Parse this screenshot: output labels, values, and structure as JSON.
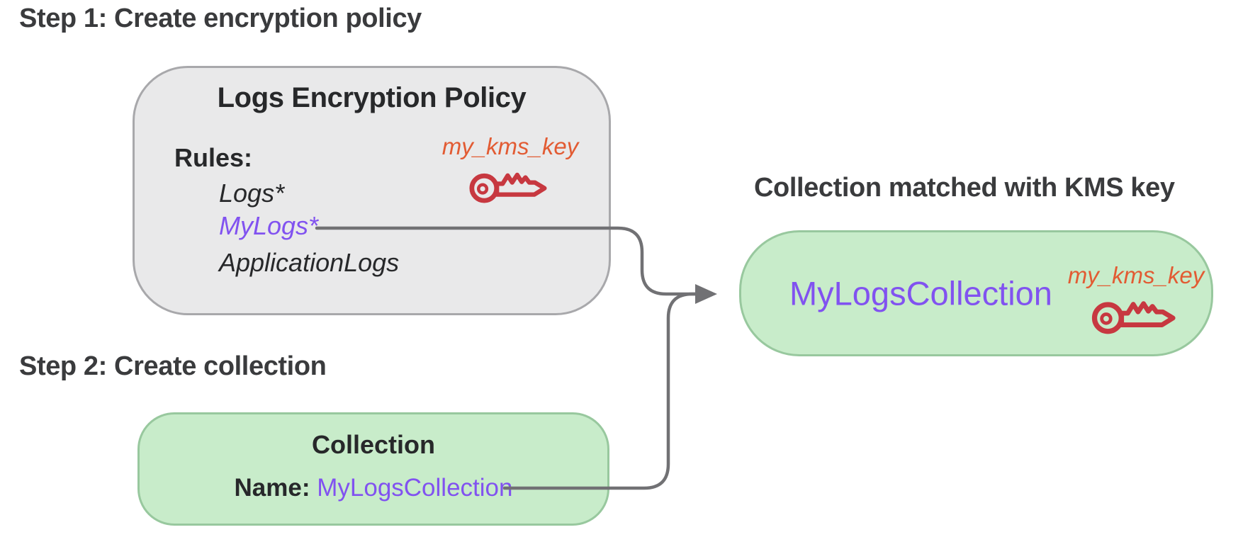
{
  "colors": {
    "heading_text": "#3a3b3d",
    "box_text": "#27282a",
    "policy_box_fill": "#e9e9ea",
    "policy_box_border": "#a8a8ab",
    "collection_box_fill": "#c8ecca",
    "collection_box_border": "#98c89e",
    "highlight_purple": "#8152f0",
    "kms_orange": "#e25b33",
    "key_red": "#c73840",
    "connector_gray": "#717174"
  },
  "step1": {
    "title": "Step 1: Create encryption policy"
  },
  "policy_box": {
    "title": "Logs Encryption Policy",
    "rules_label": "Rules:",
    "rules": [
      {
        "name": "Logs*",
        "matched": false
      },
      {
        "name": "MyLogs*",
        "matched": true
      },
      {
        "name": "ApplicationLogs",
        "matched": false
      }
    ],
    "kms_key_label": "my_kms_key"
  },
  "step2": {
    "title": "Step 2: Create collection"
  },
  "collection_box": {
    "title": "Collection",
    "name_label": "Name:",
    "name_value": "MyLogsCollection"
  },
  "result": {
    "heading": "Collection matched with KMS key",
    "collection_name": "MyLogsCollection",
    "kms_key_label": "my_kms_key"
  },
  "connections": [
    {
      "from": "policy rule MyLogs*",
      "to": "matched collection box"
    },
    {
      "from": "collection name MyLogsCollection",
      "to": "matched collection box"
    }
  ]
}
